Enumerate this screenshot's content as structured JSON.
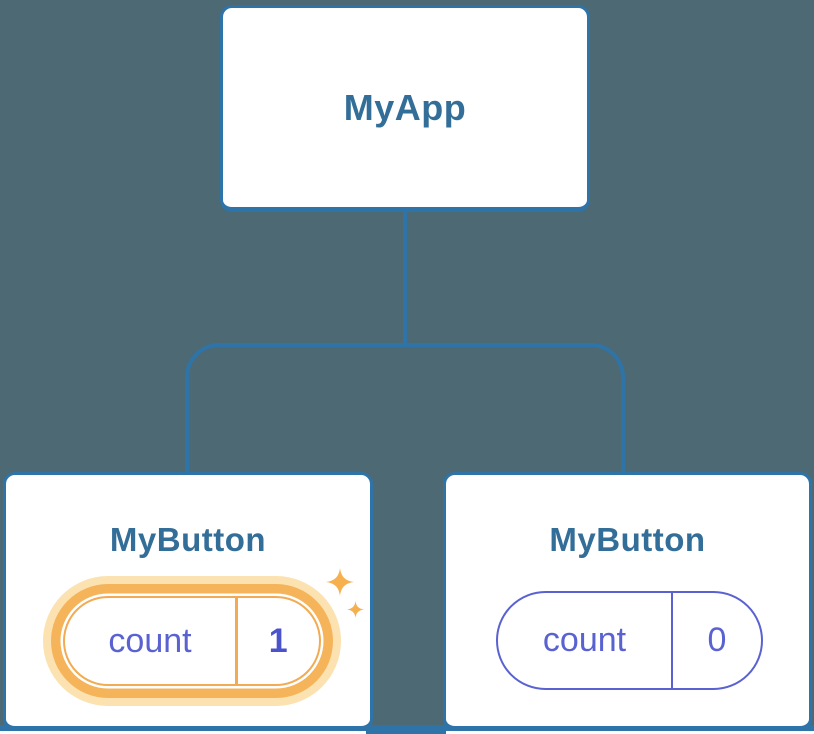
{
  "diagram": {
    "background": "#4D6973",
    "line_color": "#2E74A8",
    "root": {
      "label": "MyApp"
    },
    "children": [
      {
        "label": "MyButton",
        "state": {
          "name": "count",
          "value": "1"
        },
        "highlighted": true
      },
      {
        "label": "MyButton",
        "state": {
          "name": "count",
          "value": "0"
        },
        "highlighted": false
      }
    ],
    "icons": [
      {
        "name": "sparkle-icon-large",
        "color": "#F6B04E"
      },
      {
        "name": "sparkle-icon-small",
        "color": "#F6B04E"
      }
    ],
    "colors": {
      "card_border": "#2E74A8",
      "title_text": "#336E99",
      "state_text": "#5A62D2",
      "state_value_highlight": "#4A52CC",
      "highlight_ring": "#F5B45A",
      "highlight_halo": "#FBE2B0",
      "highlight_edge": "#F2AB52",
      "sparkle": "#F6B04E"
    }
  }
}
